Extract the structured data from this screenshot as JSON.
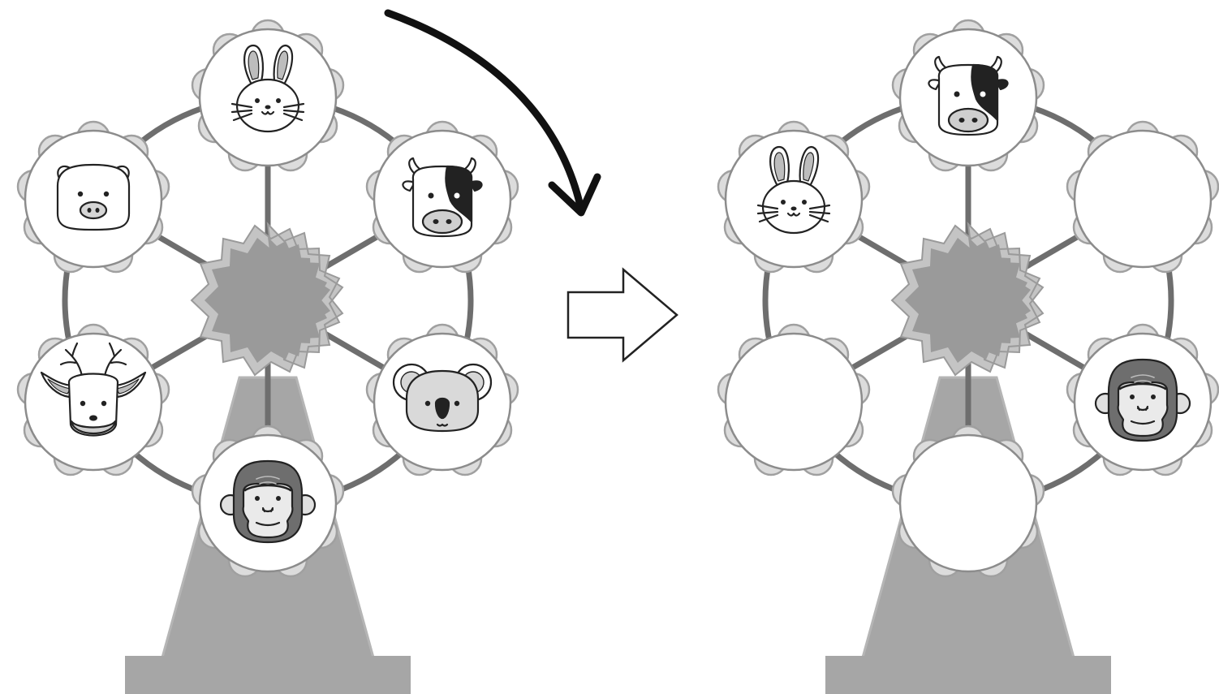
{
  "puzzle": {
    "rotation_direction": "clockwise",
    "rotation_steps": 1,
    "before": {
      "gondolas": [
        {
          "position": "top",
          "animal": "rabbit"
        },
        {
          "position": "upper-right",
          "animal": "cow"
        },
        {
          "position": "lower-right",
          "animal": "koala"
        },
        {
          "position": "bottom",
          "animal": "gorilla"
        },
        {
          "position": "lower-left",
          "animal": "deer"
        },
        {
          "position": "upper-left",
          "animal": "pig"
        }
      ]
    },
    "after": {
      "gondolas": [
        {
          "position": "top",
          "animal": "cow"
        },
        {
          "position": "upper-right",
          "animal": ""
        },
        {
          "position": "lower-right",
          "animal": "gorilla"
        },
        {
          "position": "bottom",
          "animal": ""
        },
        {
          "position": "lower-left",
          "animal": ""
        },
        {
          "position": "upper-left",
          "animal": "rabbit"
        }
      ]
    }
  },
  "icons": {
    "rotation_arrow": "curved-clockwise-arrow-icon",
    "transition_arrow": "right-block-arrow-icon"
  },
  "colors": {
    "structure_dark": "#999999",
    "structure_mid": "#b8b8b8",
    "petal_fill": "#dcdcdc",
    "petal_stroke": "#a0a0a0",
    "spoke": "#6e6e6e",
    "outline": "#222222"
  }
}
